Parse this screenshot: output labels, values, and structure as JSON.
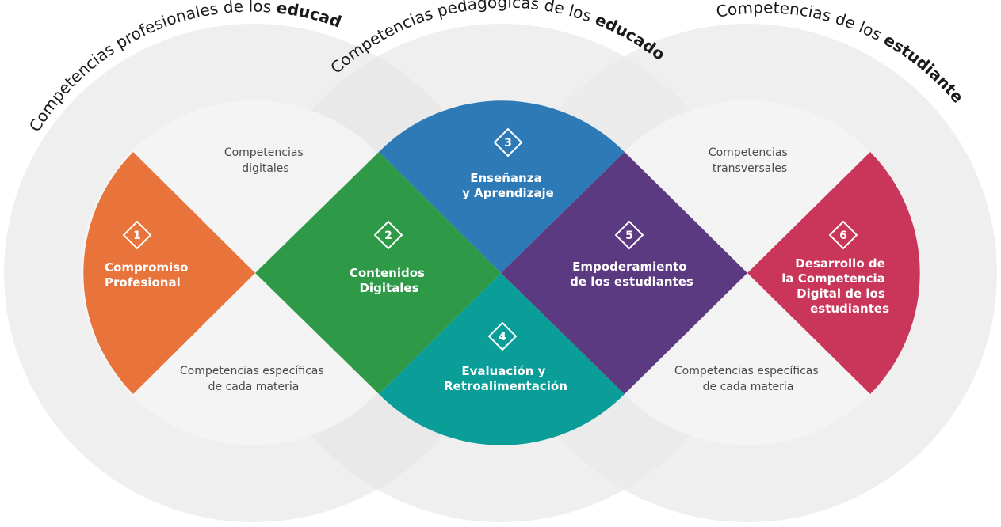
{
  "titles": {
    "t1_pre": "Competencias profesionales de los ",
    "t1_bold": "educadores",
    "t2_pre": "Competencias pedagógicas de los ",
    "t2_bold": "educadores",
    "t3_pre": "Competencias de los ",
    "t3_bold": "estudiantes"
  },
  "ring_labels": {
    "digital": [
      "Competencias",
      "digitales"
    ],
    "specific_left": [
      "Competencias específicas",
      "de cada materia"
    ],
    "transversal": [
      "Competencias",
      "transversales"
    ],
    "specific_right": [
      "Competencias específicas",
      "de cada materia"
    ]
  },
  "segments": [
    {
      "number": "1",
      "lines": [
        "Compromiso",
        "Profesional"
      ],
      "color": "#e8743b"
    },
    {
      "number": "2",
      "lines": [
        "Contenidos",
        "Digitales"
      ],
      "color": "#2e9a48"
    },
    {
      "number": "3",
      "lines": [
        "Enseñanza",
        "y Aprendizaje"
      ],
      "color": "#2e7ab7"
    },
    {
      "number": "4",
      "lines": [
        "Evaluación y",
        "Retroalimentación"
      ],
      "color": "#0b9e99"
    },
    {
      "number": "5",
      "lines": [
        "Empoderamiento",
        "de los estudiantes"
      ],
      "color": "#5c3a82"
    },
    {
      "number": "6",
      "lines": [
        "Desarrollo de",
        "la Competencia",
        "Digital de los",
        "estudiantes"
      ],
      "color": "#c9365a"
    }
  ]
}
